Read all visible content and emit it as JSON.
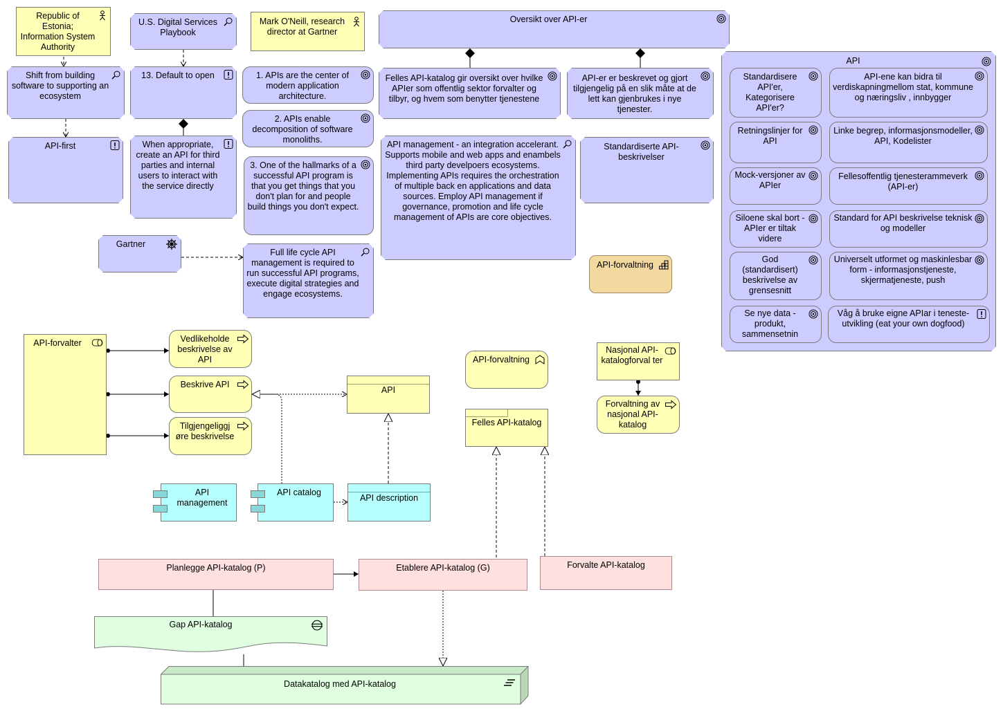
{
  "diagram": {
    "elements": {
      "estonia": "Republic of Estonia; Information System Authority",
      "us_playbook": "U.S. Digital Services Playbook",
      "mark_oneill": "Mark O'Neill, research director at Gartner",
      "oversikt": "Oversikt over API-er",
      "shift": "Shift from building software to supporting an ecosystem",
      "default_open": "13. Default to open",
      "api_first": "API-first",
      "when_appropriate": "When appropriate, create an API for third parties and internal users to interact with the service directly",
      "gartner_1": "1. APIs are the center of modern application architecture.",
      "gartner_2": "2. APIs enable decomposition of software monoliths.",
      "gartner_3": "3. One of the hallmarks of a successful API program is that you get things that you don't plan for and people build things you don't expect.",
      "gartner": "Gartner",
      "full_lifecycle": "Full life cycle API management is required to run successful API programs, execute digital strategies and engage ecosystems.",
      "felles_oversikt": "Felles API-katalog gir oversikt over hvilke APIer som offentlig sektor forvalter og tilbyr, og hvem som benytter tjenestene",
      "beskrevet": "API-er er beskrevet og gjort tilgjengelig på en slik måte at de lett kan gjenbrukes i nye tjenester.",
      "api_management_text": "API management - an integration accelerant. Supports mobile and web apps and enambels third party develpoers ecosystems. Implementing APIs requires the orchestration of multiple back en applications and data sources. Employ API management if governance, promotion and life cycle management of APIs are core objectives.",
      "standardiserte": "Standardiserte API-beskrivelser",
      "api_forvaltning_tan": "API-forvaltning",
      "api_group": "API",
      "std_kat": "Standardisere API'er, Kategorisere API'er?",
      "verdiskaping": "API-ene kan bidra til verdiskapningmellom stat, kommune og næringsliv , innbygger",
      "retningslinjer": "Retningslinjer for API",
      "linke": "Linke begrep, informasjonsmodeller, API, Kodelister",
      "mock": "Mock-versjoner av APIer",
      "fellesoffentlig": "Fellesoffentlig tjenesterammeverk (API-er)",
      "siloene": "Siloene skal bort - APIer er tiltak videre",
      "standard_besk": "Standard for API beskrivelse teknisk og modeller",
      "god": "God (standardisert) beskrivelse av grensesnitt",
      "universelt": "Universelt utformet og maskinlesbar form - informasjonstjeneste, skjermatjeneste, push",
      "se_nye": "Se nye data - produkt, sammensetnin",
      "vag": "Våg å bruke eigne APIar i teneste-utvikling (eat your own dogfood)",
      "api_forvalter": "API-forvalter",
      "vedlikeholde": "Vedlikeholde beskrivelse av API",
      "beskrive": "Beskrive API",
      "tilgjengelig": "Tilgjengeliggj øre beskrivelse",
      "api_data": "API",
      "api_forvaltning_cap": "API-forvaltning",
      "felles_katalog": "Felles API-katalog",
      "nasjonal": "Nasjonal API-katalogforval ter",
      "forvaltning_nasj": "Forvaltning av nasjonal API-katalog",
      "api_mgmt_comp": "API management",
      "api_catalog": "API catalog",
      "api_description": "API description",
      "planlegge": "Planlegge API-katalog (P)",
      "etablere": "Etablere API-katalog (G)",
      "forvalte": "Forvalte API-katalog",
      "gap": "Gap API-katalog",
      "datakatalog": "Datakatalog med API-katalog"
    }
  }
}
